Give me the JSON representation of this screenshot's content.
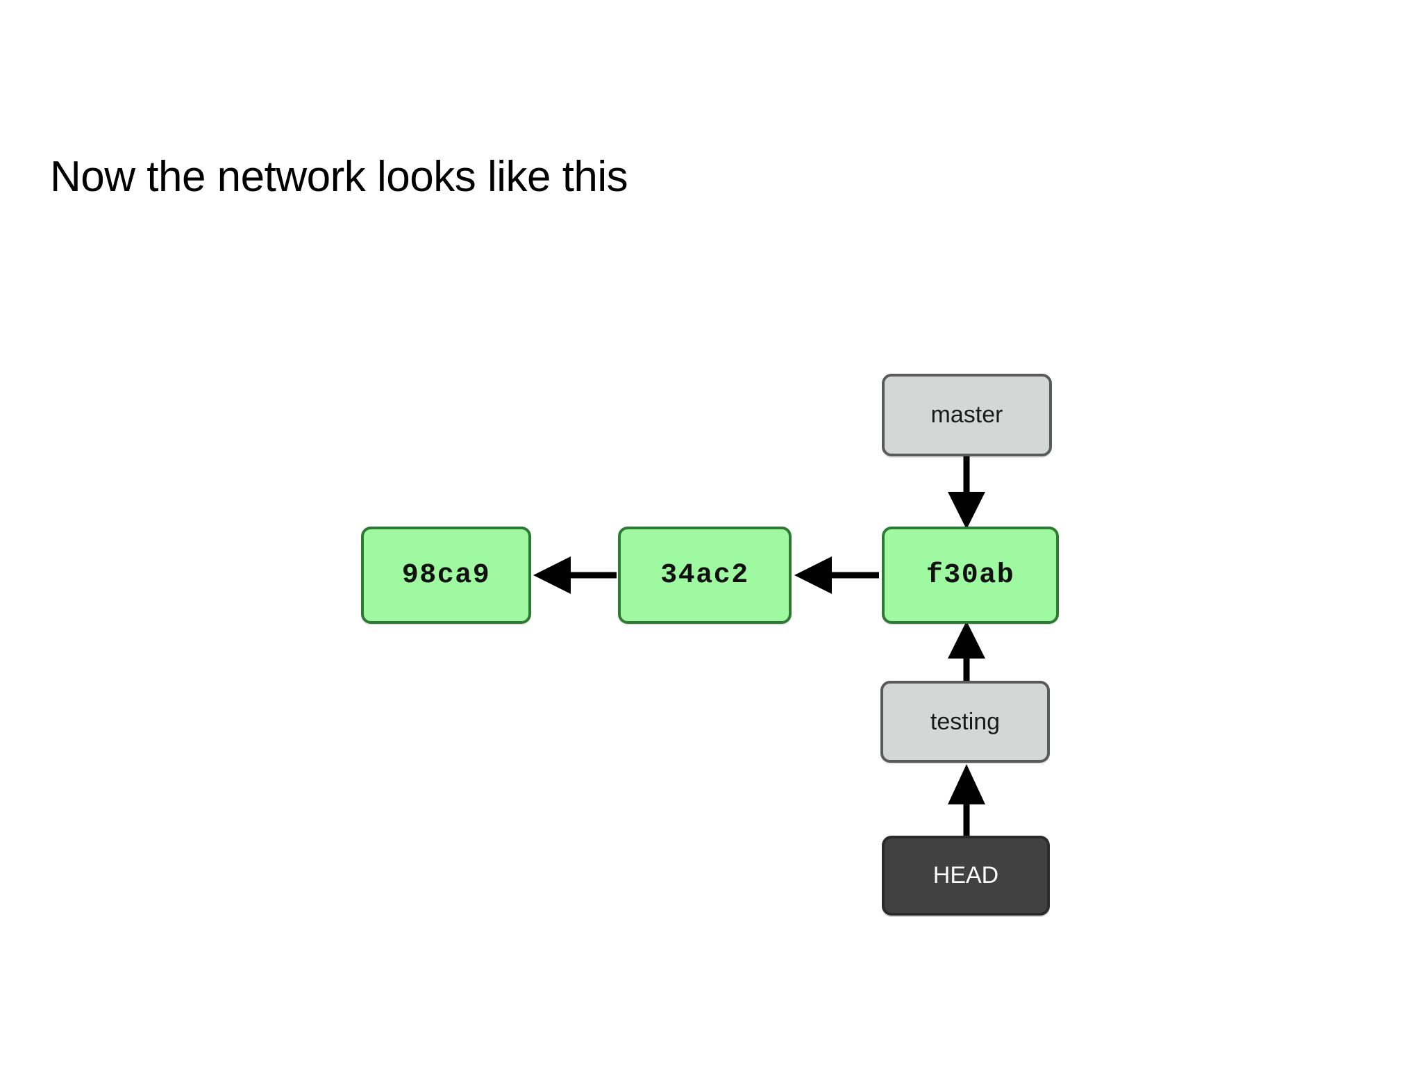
{
  "slide": {
    "title": "Now the network looks like this",
    "background_color": "#FFFFFF"
  },
  "palette": {
    "commit_fill": "#9EF9A0",
    "commit_border": "#2E7A35",
    "branch_fill": "#D3D8D6",
    "branch_border": "#5A5A5A",
    "head_fill": "#414141",
    "head_border": "#2B2B2B",
    "head_text": "#FFFFFF",
    "arrow_color": "#000000",
    "title_text": "#000000"
  },
  "diagram": {
    "type": "git-commit-graph",
    "nodes": [
      {
        "id": "master",
        "label": "master",
        "kind": "branch"
      },
      {
        "id": "98ca9",
        "label": "98ca9",
        "kind": "commit"
      },
      {
        "id": "34ac2",
        "label": "34ac2",
        "kind": "commit"
      },
      {
        "id": "f30ab",
        "label": "f30ab",
        "kind": "commit"
      },
      {
        "id": "testing",
        "label": "testing",
        "kind": "branch"
      },
      {
        "id": "head",
        "label": "HEAD",
        "kind": "head"
      }
    ],
    "edges": [
      {
        "from": "master",
        "to": "f30ab",
        "direction": "down"
      },
      {
        "from": "34ac2",
        "to": "98ca9",
        "direction": "left"
      },
      {
        "from": "f30ab",
        "to": "34ac2",
        "direction": "left"
      },
      {
        "from": "testing",
        "to": "f30ab",
        "direction": "up"
      },
      {
        "from": "head",
        "to": "testing",
        "direction": "up"
      }
    ]
  }
}
